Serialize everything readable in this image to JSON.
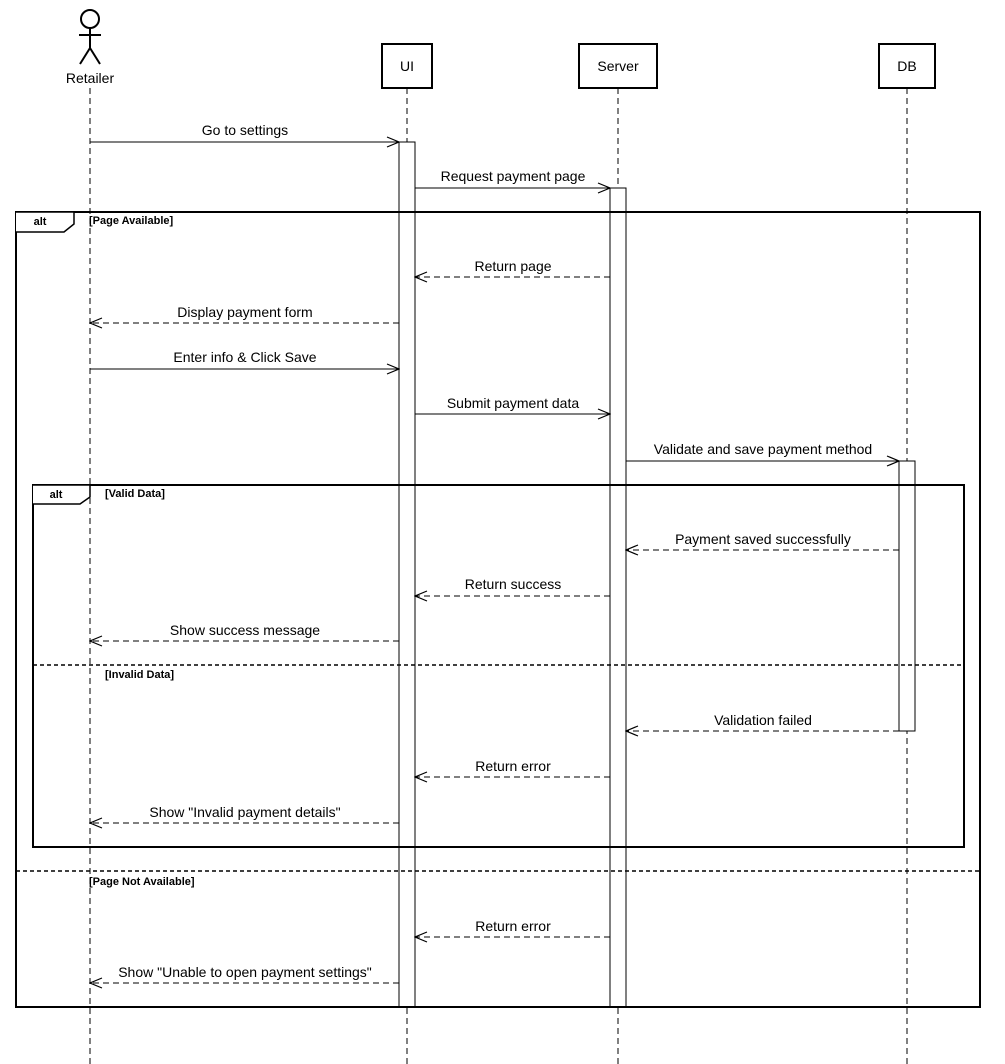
{
  "actor": {
    "label": "Retailer"
  },
  "participants": {
    "ui": {
      "label": "UI"
    },
    "server": {
      "label": "Server"
    },
    "db": {
      "label": "DB"
    }
  },
  "fragments": {
    "outer": {
      "operator": "alt",
      "guard1": "[Page Available]",
      "guard2": "[Page Not Available]"
    },
    "inner": {
      "operator": "alt",
      "guard1": "[Valid Data]",
      "guard2": "[Invalid Data]"
    }
  },
  "messages": [
    "Go to settings",
    "Request payment page",
    "Return page",
    "Display payment form",
    "Enter info & Click Save",
    "Submit payment data",
    "Validate and save payment method",
    "Payment saved successfully",
    "Return success",
    "Show success message",
    "Validation failed",
    "Return error",
    "Show \"Invalid payment details\"",
    "Return error",
    "Show \"Unable to open payment settings\""
  ]
}
